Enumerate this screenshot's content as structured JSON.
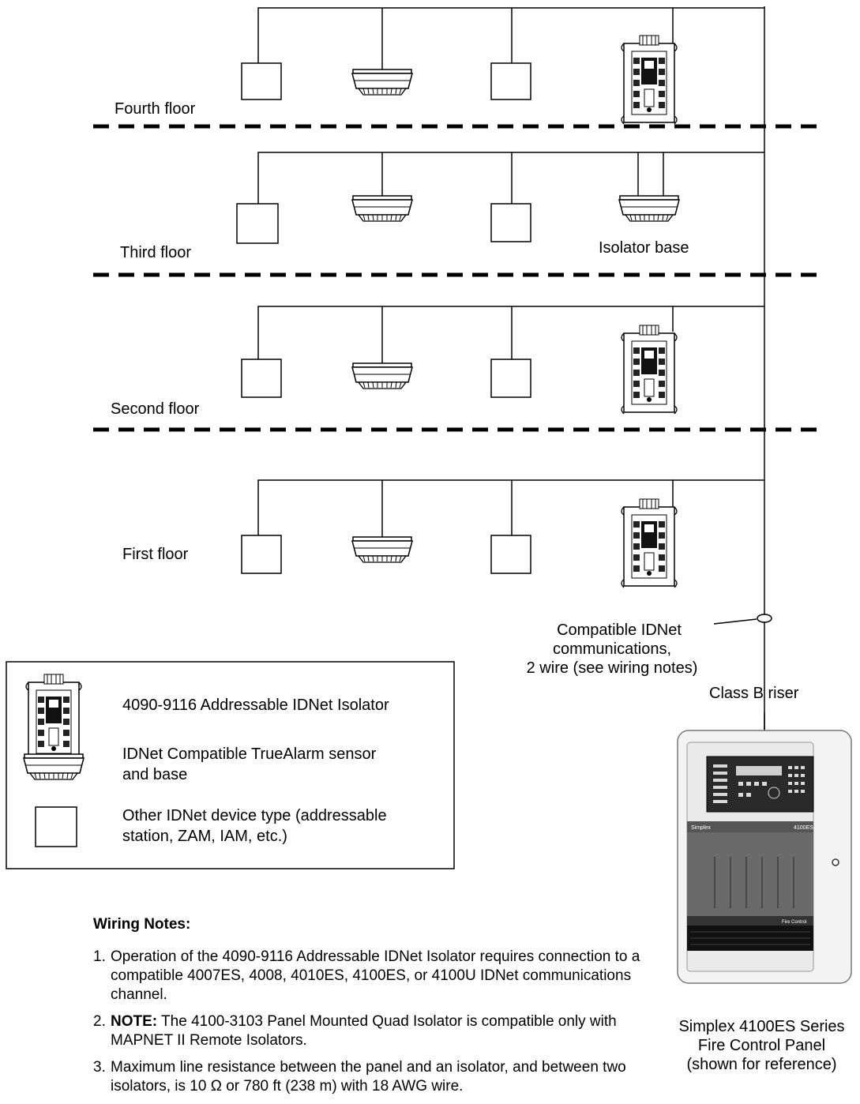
{
  "floors": [
    {
      "label": "Fourth floor"
    },
    {
      "label": "Third floor",
      "extra_label": "Isolator base"
    },
    {
      "label": "Second floor"
    },
    {
      "label": "First floor"
    }
  ],
  "wire_callout": {
    "line1": "Compatible IDNet",
    "line2": "communications,",
    "line3": "2 wire (see wiring notes)"
  },
  "riser_label": "Class B riser",
  "legend": {
    "isolator": "4090-9116 Addressable IDNet Isolator",
    "sensor_line1": "IDNet Compatible TrueAlarm sensor",
    "sensor_line2": "and base",
    "other_line1": "Other IDNet device type (addressable",
    "other_line2": "station, ZAM, IAM, etc.)"
  },
  "panel": {
    "brand": "Simplex",
    "model": "4100ES",
    "strip": "Fire Control",
    "caption_line1": "Simplex 4100ES Series",
    "caption_line2": "Fire Control Panel",
    "caption_line3": "(shown for reference)"
  },
  "notes": {
    "title": "Wiring Notes:",
    "items": [
      {
        "num": "1.",
        "bold": "",
        "text": "Operation of the 4090-9116 Addressable IDNet Isolator requires connection to a compatible 4007ES, 4008, 4010ES, 4100ES, or 4100U IDNet communications channel."
      },
      {
        "num": "2.",
        "bold": "NOTE:",
        "text": " The 4100-3103 Panel Mounted Quad Isolator is compatible only with MAPNET II Remote Isolators."
      },
      {
        "num": "3.",
        "bold": "",
        "text": "Maximum line resistance between the panel and an isolator, and between two isolators, is 10 Ω or 780 ft (238 m) with 18 AWG wire."
      }
    ]
  }
}
